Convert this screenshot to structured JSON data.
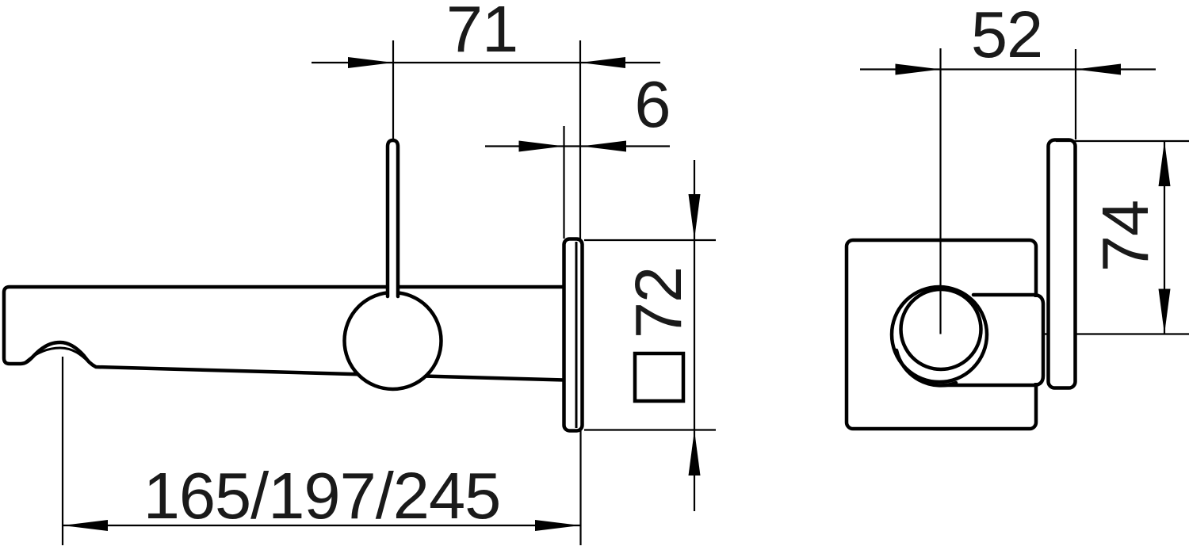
{
  "colors": {
    "background": "#ffffff",
    "line": "#000000",
    "text": "#1a1a1a"
  },
  "side_view": {
    "dim_handle_to_wall": "71",
    "dim_rosette_depth": "6",
    "dim_rosette_size": "72",
    "dim_spout_projection": "165/197/245"
  },
  "front_view": {
    "dim_center_to_lever": "52",
    "dim_lever_length": "74"
  }
}
